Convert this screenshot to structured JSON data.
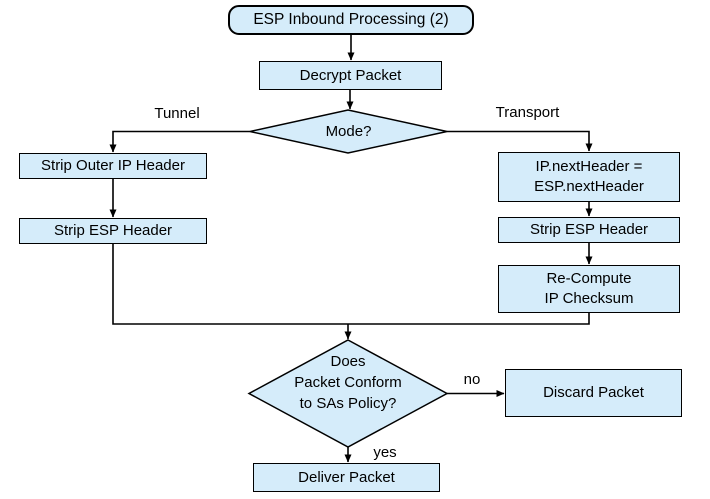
{
  "diagram": {
    "type": "flowchart",
    "title": "ESP Inbound Processing (2)",
    "colors": {
      "node_fill": "#d5ecfa",
      "node_border": "#000000",
      "text": "#000000",
      "background": "#ffffff"
    },
    "nodes": {
      "start": {
        "shape": "rounded-rect",
        "label": "ESP Inbound Processing (2)"
      },
      "decrypt": {
        "shape": "rect",
        "label": "Decrypt Packet"
      },
      "mode": {
        "shape": "diamond",
        "label": "Mode?"
      },
      "strip_outer": {
        "shape": "rect",
        "label": "Strip Outer IP Header"
      },
      "strip_esp_left": {
        "shape": "rect",
        "label": "Strip ESP Header"
      },
      "ip_next": {
        "shape": "rect",
        "lines": [
          "IP.nextHeader =",
          "ESP.nextHeader"
        ]
      },
      "strip_esp_right": {
        "shape": "rect",
        "label": "Strip ESP Header"
      },
      "recompute": {
        "shape": "rect",
        "lines": [
          "Re-Compute",
          "IP Checksum"
        ]
      },
      "policy": {
        "shape": "diamond",
        "lines": [
          "Does",
          "Packet Conform",
          "to SAs Policy?"
        ]
      },
      "discard": {
        "shape": "rect",
        "label": "Discard Packet"
      },
      "deliver": {
        "shape": "rect",
        "label": "Deliver Packet"
      }
    },
    "edge_labels": {
      "tunnel": "Tunnel",
      "transport": "Transport",
      "no": "no",
      "yes": "yes"
    }
  }
}
